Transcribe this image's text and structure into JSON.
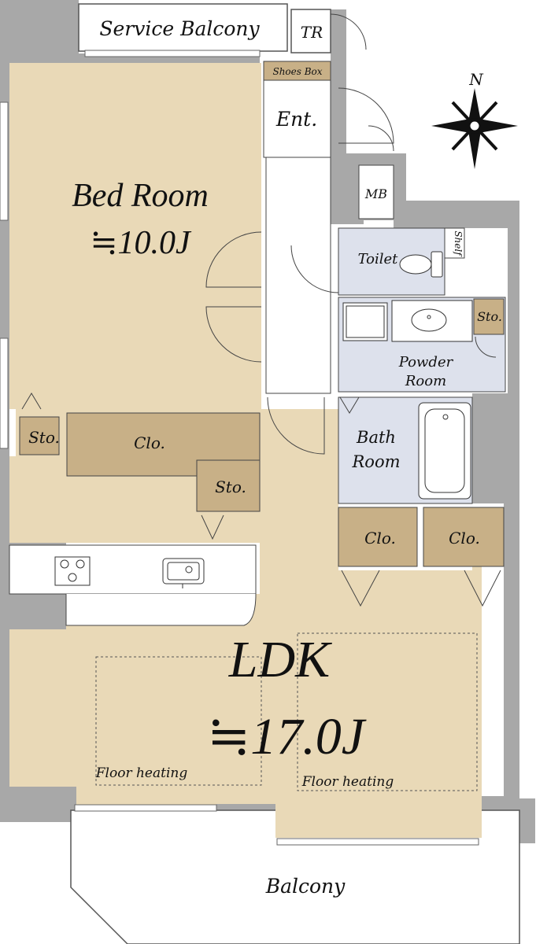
{
  "rooms": {
    "service_balcony": "Service Balcony",
    "tr": "TR",
    "shoes_box": "Shoes Box",
    "entrance": "Ent.",
    "mb": "MB",
    "bedroom_name": "Bed Room",
    "bedroom_size": "≒10.0J",
    "toilet": "Toilet",
    "shelf": "Shelf",
    "powder_room_1": "Powder",
    "powder_room_2": "Room",
    "sto_powder": "Sto.",
    "bath_room_1": "Bath",
    "bath_room_2": "Room",
    "sto_bed_left": "Sto.",
    "clo_bed": "Clo.",
    "sto_bed_right": "Sto.",
    "clo_ldk_left": "Clo.",
    "clo_ldk_right": "Clo.",
    "ldk_name": "LDK",
    "ldk_size": "≒17.0J",
    "floor_heating_left": "Floor heating",
    "floor_heating_right": "Floor heating",
    "balcony": "Balcony"
  },
  "compass": {
    "north": "N"
  },
  "colors": {
    "room_tan": "#e9d9b7",
    "closet_brown": "#c8b087",
    "wet_area_blue": "#dde1ec",
    "wall_gray": "#a8a8a8",
    "line": "#444444"
  }
}
